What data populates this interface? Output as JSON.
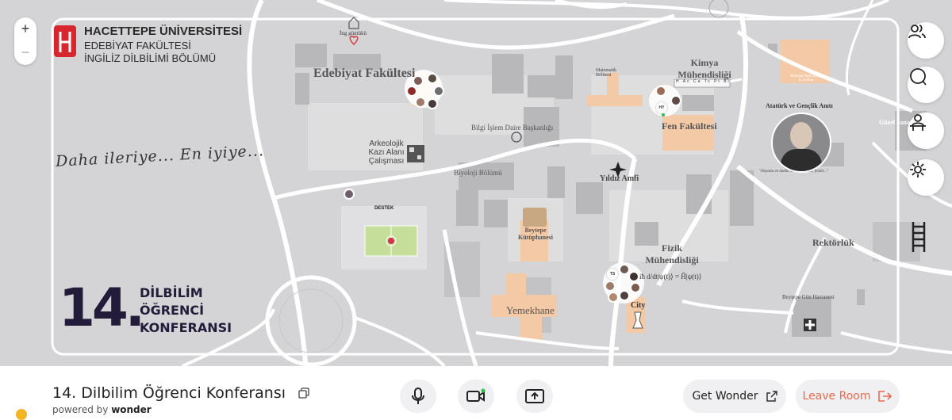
{
  "header": {
    "university": "HACETTEPE ÜNİVERSİTESİ",
    "faculty": "EDEBİYAT FAKÜLTESİ",
    "department": "İNGİLİZ DİLBİLİMİ BÖLÜMÜ"
  },
  "conference": {
    "number": "14.",
    "line1": "DİLBİLİM",
    "line2": "ÖĞRENCİ",
    "line3": "KONFERANSI"
  },
  "slogan": "Daha ileriye... En iyiye...",
  "map_labels": {
    "edebiyat": "Edebiyat Fakültesi",
    "ing_guntuklu": "İng güntükü",
    "arkeolojik": "Arkeolojik Kazı Alanı Çalışması",
    "bilgi_islem": "Bilgi İşlem Daire Başkanlığı",
    "biyoloji": "Biyoloji Bölümü",
    "destek": "DESTEK",
    "beytepe_kutuphanesi": "Beytepe Kütüphanesi",
    "yemekhane": "Yemekhane",
    "matematik": "Matematik Bölümü",
    "kimya": "Kimya Mühendisliği",
    "fen": "Fen Fakültesi",
    "yildiz_amfi": "Yıldız Amfi",
    "fizik": "Fizik Mühendisliği",
    "schrodinger": "iħ d/dt|ψ(t)⟩ = Ĥ|ψ(t)⟩",
    "city": "City",
    "ataturk": "Atatürk ve Gençlik Anıtı",
    "ataturk_quote": "\"Hayatta en hakiki mürşit, ilimdir, fendir...\"",
    "mehmet_akif": "Mehmet Akif Ersoy K.Salonu",
    "guzel_sanatlar": "Güzel Sanatlar F.",
    "rektorluk": "Rektörlük",
    "hastane": "Beytepe Gün Hastanesi",
    "periodic": [
      "H",
      "Ac",
      "Ca",
      "Tc",
      "Pt",
      "Bi"
    ],
    "avatar_hy": "HY",
    "avatar_ts": "TS"
  },
  "zoom": {
    "plus": "+",
    "minus": "−"
  },
  "sidebar_icons": [
    "people-icon",
    "chat-icon",
    "presenter-icon",
    "gear-icon",
    "ladder-icon"
  ],
  "footer": {
    "room_title": "14. Dilbilim Öğrenci Konferansı",
    "powered_prefix": "powered by",
    "powered_brand": "wonder",
    "get_wonder": "Get Wonder",
    "leave_room": "Leave Room"
  },
  "colors": {
    "map_bg": "#d4d4d6",
    "building_peach": "#f4c9a6",
    "building_gray": "#b5b5b8",
    "accent_red": "#e0442c",
    "leave_text": "#e86a4e",
    "conference_dark": "#221b3a"
  }
}
